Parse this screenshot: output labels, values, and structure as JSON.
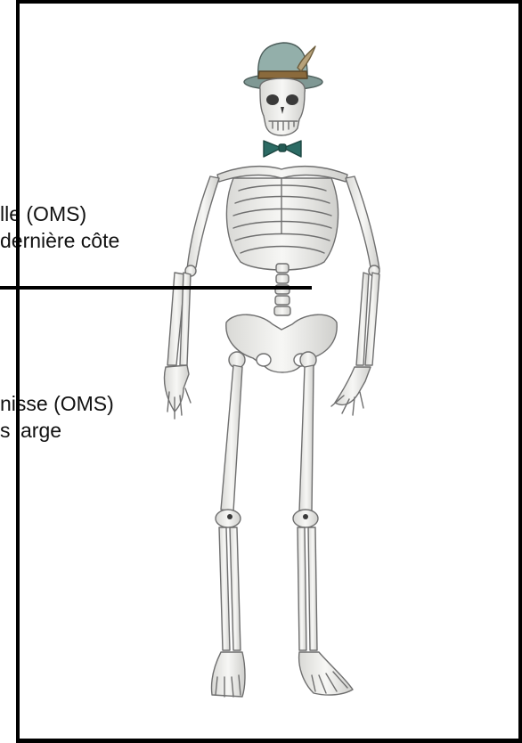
{
  "labels": {
    "waist": {
      "line1": "lle (OMS)",
      "line2": "dernière côte"
    },
    "hip": {
      "line1": "nisse (OMS)",
      "line2": "s large"
    }
  },
  "colors": {
    "frame": "#000000",
    "bone": "#f2f2f0",
    "bone_outline": "#6f6f6f",
    "hat_crown": "#93afaa",
    "hat_band": "#8a6a3c",
    "bow_tie": "#2c6b64"
  },
  "icons": {
    "figure": "skeleton-figure",
    "hat": "fedora-hat-icon",
    "bow_tie": "bow-tie-icon"
  }
}
